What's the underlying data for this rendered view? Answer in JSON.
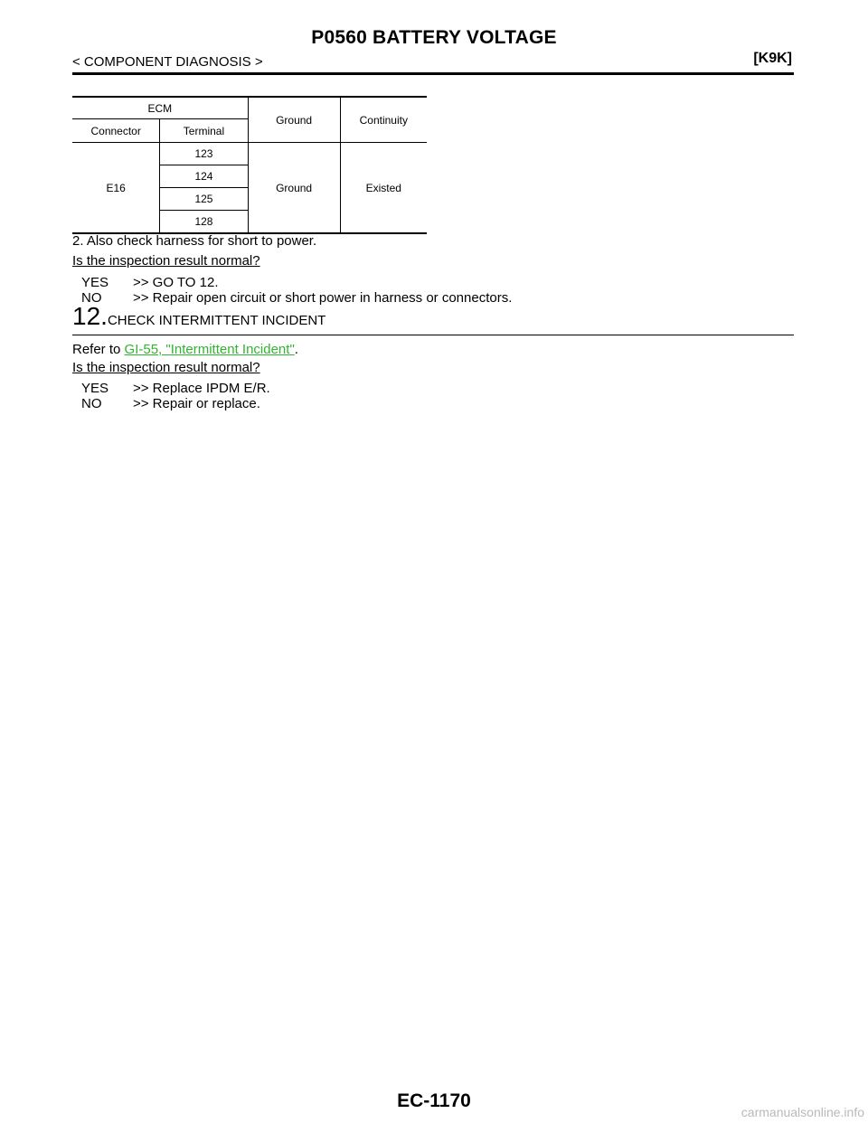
{
  "header": {
    "title": "P0560 BATTERY VOLTAGE",
    "section": "< COMPONENT DIAGNOSIS >",
    "model_code": "[K9K]"
  },
  "table": {
    "ecm_label": "ECM",
    "ground_label": "Ground",
    "continuity_label": "Continuity",
    "connector_label": "Connector",
    "terminal_label": "Terminal",
    "connector": "E16",
    "terminals": [
      "123",
      "124",
      "125",
      "128"
    ],
    "ground": "Ground",
    "continuity": "Existed"
  },
  "step11": {
    "note": "2.   Also check harness for short to power.",
    "question": "Is the inspection result normal?",
    "yes_key": "YES",
    "yes_text": ">> GO TO 12.",
    "no_key": "NO",
    "no_text": ">> Repair open circuit or short power in harness or connectors."
  },
  "step12": {
    "number": "12.",
    "title": "CHECK INTERMITTENT INCIDENT",
    "refer_prefix": "Refer to ",
    "refer_link": "GI-55, \"Intermittent Incident\"",
    "refer_suffix": ".",
    "question": "Is the inspection result normal?",
    "yes_key": "YES",
    "yes_text": ">> Replace IPDM E/R.",
    "no_key": "NO",
    "no_text": ">> Repair or replace."
  },
  "footer": {
    "page_number": "EC-1170",
    "watermark": "carmanualsonline.info"
  },
  "colors": {
    "link": "#2fb52f",
    "watermark": "#b9b9b9"
  }
}
